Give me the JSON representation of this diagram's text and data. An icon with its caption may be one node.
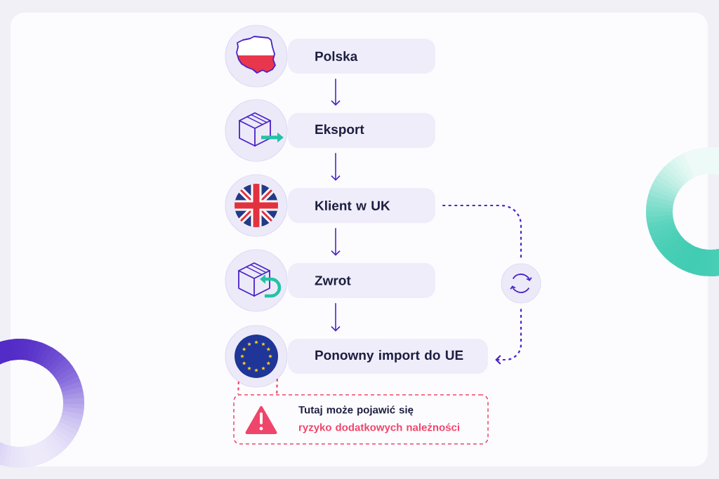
{
  "diagram": {
    "nodes": [
      {
        "text": [
          "Polska"
        ]
      },
      {
        "text": [
          "Eksport"
        ]
      },
      {
        "text": [
          "Klient w UK"
        ]
      },
      {
        "text": [
          "Zwrot"
        ]
      },
      {
        "text": [],
        "shape": "circle"
      },
      {
        "text": [
          "Ponowny import do UE"
        ]
      },
      {
        "text": [
          "Tutaj może pojawić się",
          "ryzyko dodatkowych należności"
        ]
      }
    ],
    "edges": [
      {
        "from": 0,
        "to": 1,
        "arrow": "to"
      },
      {
        "from": 1,
        "to": 2,
        "arrow": "to"
      },
      {
        "from": 2,
        "to": 3,
        "arrow": "to"
      },
      {
        "from": 3,
        "to": 5,
        "arrow": "to"
      },
      {
        "from": 2,
        "to": 4,
        "arrow": "none",
        "style": "dashed"
      },
      {
        "from": 4,
        "to": 5,
        "arrow": "to",
        "style": "dashed"
      },
      {
        "from": 5,
        "to": 6,
        "arrow": "none",
        "style": "dashed",
        "color": "#f0456a"
      }
    ]
  }
}
